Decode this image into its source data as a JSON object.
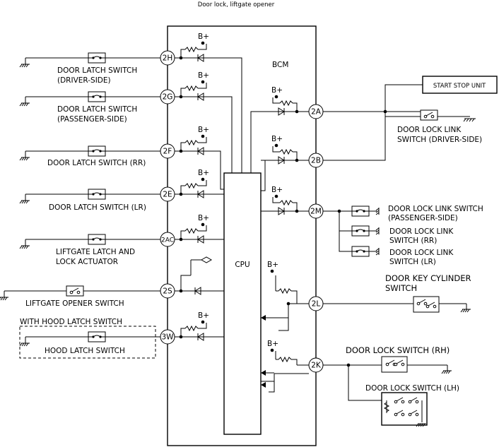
{
  "title": "Door lock, liftgate opener",
  "bcm_label": "BCM",
  "cpu_label": "CPU",
  "supply_label": "B+",
  "start_stop_unit": "START STOP UNIT",
  "hood_group_label": "WITH HOOD LATCH SWITCH",
  "left_circuits": [
    {
      "pin": "2H",
      "label_lines": [
        "DOOR LATCH SWITCH",
        "(DRIVER-SIDE)"
      ]
    },
    {
      "pin": "2G",
      "label_lines": [
        "DOOR LATCH SWITCH",
        "(PASSENGER-SIDE)"
      ]
    },
    {
      "pin": "2F",
      "label_lines": [
        "DOOR LATCH SWITCH (RR)"
      ]
    },
    {
      "pin": "2E",
      "label_lines": [
        "DOOR LATCH SWITCH (LR)"
      ]
    },
    {
      "pin": "2AC",
      "label_lines": [
        "LIFTGATE LATCH AND",
        "LOCK ACTUATOR"
      ]
    },
    {
      "pin": "2S",
      "label_lines": [
        "LIFTGATE OPENER SWITCH"
      ]
    },
    {
      "pin": "3W",
      "label_lines": [
        "HOOD LATCH SWITCH"
      ]
    }
  ],
  "right_circuits": [
    {
      "pin": "2A",
      "label_lines": [
        "DOOR LOCK LINK",
        "SWITCH (DRIVER-SIDE)"
      ]
    },
    {
      "pin": "2B",
      "label_lines": []
    },
    {
      "pin": "2M",
      "label_lines": [
        "DOOR LOCK LINK SWITCH",
        "(PASSENGER-SIDE)"
      ]
    },
    {
      "pin": "2L",
      "label_lines": [
        "DOOR KEY CYLINDER",
        "SWITCH"
      ]
    },
    {
      "pin": "2K",
      "label_lines": [
        "DOOR LOCK SWITCH (RH)"
      ]
    }
  ],
  "rm_switch_labels": [
    [
      "DOOR LOCK LINK",
      "SWITCH (RR)"
    ],
    [
      "DOOR LOCK LINK",
      "SWITCH (LR)"
    ]
  ],
  "door_lock_switch_lh": "DOOR LOCK SWITCH (LH)"
}
